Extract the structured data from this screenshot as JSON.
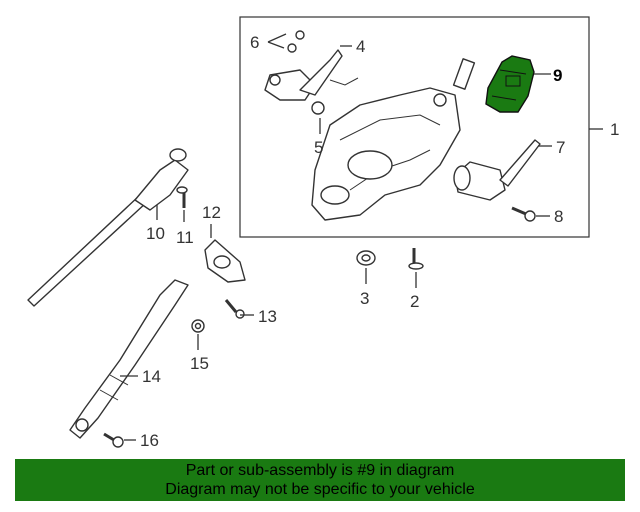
{
  "diagram": {
    "callouts": [
      "1",
      "2",
      "3",
      "4",
      "5",
      "6",
      "7",
      "8",
      "9",
      "10",
      "11",
      "12",
      "13",
      "14",
      "15",
      "16"
    ],
    "highlight_color": "#1a7a12",
    "highlighted_part": "9"
  },
  "banner": {
    "line1": "Part or sub-assembly is #9 in diagram",
    "line2": "Diagram may not be specific to your vehicle",
    "background": "#1a7a12"
  }
}
